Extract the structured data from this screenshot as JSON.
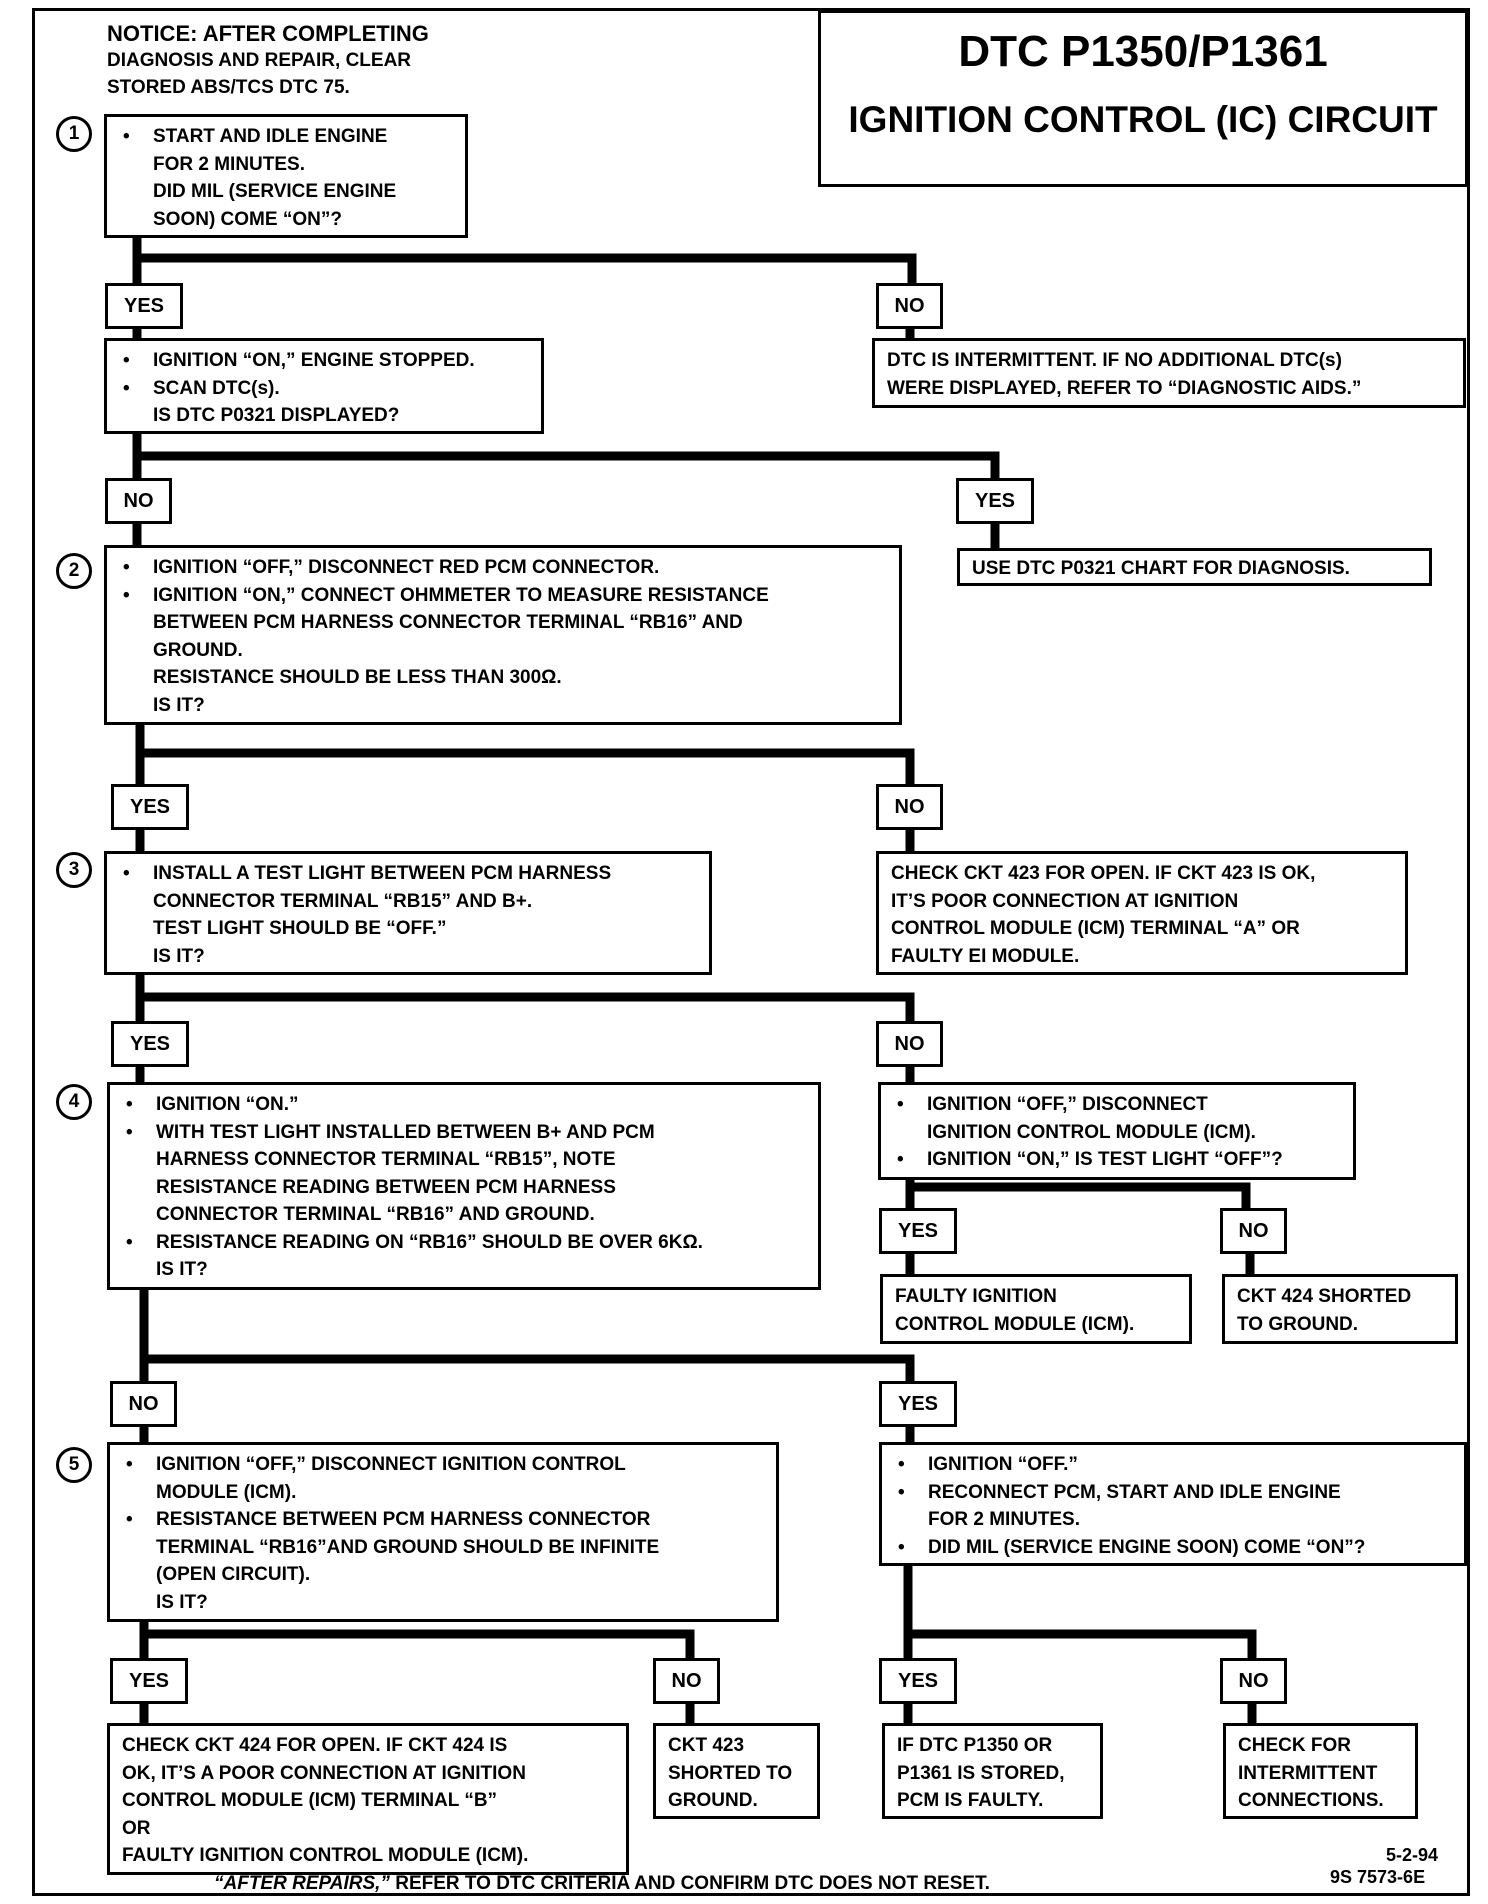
{
  "title": {
    "code": "DTC P1350/P1361",
    "circuit": "IGNITION CONTROL (IC) CIRCUIT"
  },
  "notice": [
    "NOTICE:  AFTER COMPLETING",
    "DIAGNOSIS AND REPAIR, CLEAR",
    "STORED ABS/TCS DTC 75."
  ],
  "steps": [
    "1",
    "2",
    "3",
    "4",
    "5"
  ],
  "boxes": {
    "b1": [
      "• START AND IDLE ENGINE",
      "FOR 2 MINUTES.",
      "DID MIL (SERVICE ENGINE",
      "SOON) COME “ON”?"
    ],
    "b1y": [
      "• IGNITION “ON,” ENGINE STOPPED.",
      "• SCAN DTC(s).",
      "IS DTC P0321 DISPLAYED?"
    ],
    "b1n": [
      "DTC IS INTERMITTENT.  IF NO ADDITIONAL DTC(s)",
      "WERE DISPLAYED, REFER TO “DIAGNOSTIC AIDS.”"
    ],
    "b2": [
      "• IGNITION “OFF,” DISCONNECT RED PCM CONNECTOR.",
      "• IGNITION “ON,” CONNECT OHMMETER TO MEASURE RESISTANCE",
      "BETWEEN PCM HARNESS CONNECTOR TERMINAL “RB16” AND",
      "GROUND.",
      "RESISTANCE SHOULD BE LESS THAN 300Ω.",
      "IS IT?"
    ],
    "bp0321": [
      "USE DTC P0321 CHART FOR DIAGNOSIS."
    ],
    "b3": [
      "• INSTALL A TEST LIGHT BETWEEN PCM HARNESS",
      "CONNECTOR TERMINAL “RB15” AND B+.",
      "TEST LIGHT SHOULD BE “OFF.”",
      "IS IT?"
    ],
    "b3n": [
      "CHECK CKT 423 FOR OPEN.  IF CKT 423 IS OK,",
      "IT’S POOR CONNECTION AT IGNITION",
      "CONTROL MODULE (ICM) TERMINAL “A” OR",
      "FAULTY EI MODULE."
    ],
    "b4": [
      "• IGNITION  “ON.”",
      "• WITH TEST LIGHT INSTALLED BETWEEN B+ AND PCM",
      "HARNESS CONNECTOR TERMINAL “RB15”,  NOTE",
      "RESISTANCE READING BETWEEN PCM HARNESS",
      "CONNECTOR TERMINAL “RB16” AND GROUND.",
      "• RESISTANCE READING ON “RB16” SHOULD BE OVER 6KΩ.",
      "IS IT?"
    ],
    "b4n": [
      "• IGNITION “OFF,” DISCONNECT",
      "IGNITION CONTROL MODULE (ICM).",
      "• IGNITION “ON,” IS TEST LIGHT “OFF”?"
    ],
    "b4ny": [
      "FAULTY  IGNITION",
      "CONTROL MODULE (ICM)."
    ],
    "b4nn": [
      "CKT 424 SHORTED",
      "TO GROUND."
    ],
    "b5": [
      "• IGNITION “OFF,” DISCONNECT  IGNITION CONTROL",
      "MODULE (ICM).",
      "• RESISTANCE BETWEEN PCM HARNESS CONNECTOR",
      "TERMINAL “RB16”AND GROUND SHOULD BE INFINITE",
      "(OPEN CIRCUIT).",
      "IS IT?"
    ],
    "b4y": [
      "• IGNITION  “OFF.”",
      "• RECONNECT PCM, START AND IDLE ENGINE",
      "FOR 2 MINUTES.",
      "• DID MIL (SERVICE ENGINE SOON) COME “ON”?"
    ],
    "b5y": [
      "CHECK CKT 424 FOR OPEN.  IF CKT 424 IS",
      "OK, IT’S A POOR CONNECTION AT  IGNITION",
      "CONTROL MODULE (ICM) TERMINAL “B”",
      "OR",
      "FAULTY  IGNITION CONTROL MODULE (ICM)."
    ],
    "b5n": [
      "CKT 423",
      "SHORTED TO",
      "GROUND."
    ],
    "b4yy": [
      "IF DTC P1350 OR",
      "P1361 IS STORED,",
      "PCM IS FAULTY."
    ],
    "b4yn": [
      "CHECK FOR",
      "INTERMITTENT",
      "CONNECTIONS."
    ]
  },
  "labels": {
    "l1y": "YES",
    "l1n": "NO",
    "l1yn": "NO",
    "l1yy": "YES",
    "l2y": "YES",
    "l2n": "NO",
    "l3y": "YES",
    "l3n": "NO",
    "l4ny": "YES",
    "l4nn": "NO",
    "l4n": "NO",
    "l4y": "YES",
    "l5y": "YES",
    "l5n": "NO",
    "l4yy": "YES",
    "l4yn": "NO"
  },
  "footer": {
    "italic": "“AFTER REPAIRS,”",
    "rest": " REFER TO DTC CRITERIA  AND CONFIRM DTC DOES NOT RESET."
  },
  "doc_date": "5-2-94",
  "doc_id": "9S 7573-6E"
}
